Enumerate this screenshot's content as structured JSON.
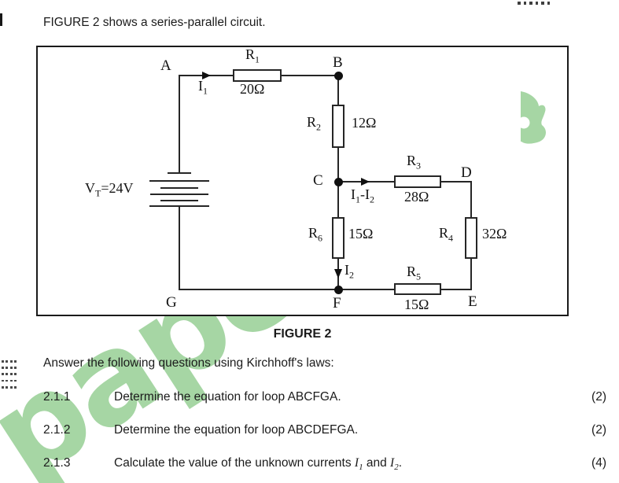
{
  "intro": "FIGURE 2 shows a series-parallel circuit.",
  "figure": {
    "caption": "FIGURE 2",
    "circuit": {
      "source": {
        "base": "V",
        "sub": "T",
        "rest": "=24V"
      },
      "nodes": {
        "a": "A",
        "b": "B",
        "c": "C",
        "d": "D",
        "e": "E",
        "f": "F",
        "g": "G"
      },
      "resistors": {
        "r1": {
          "base": "R",
          "sub": "1",
          "value": "20Ω"
        },
        "r2": {
          "base": "R",
          "sub": "2",
          "value": "12Ω"
        },
        "r3": {
          "base": "R",
          "sub": "3",
          "value": "28Ω"
        },
        "r4": {
          "base": "R",
          "sub": "4",
          "value": "32Ω"
        },
        "r5": {
          "base": "R",
          "sub": "5",
          "value": "15Ω"
        },
        "r6": {
          "base": "R",
          "sub": "6",
          "value": "15Ω"
        }
      },
      "currents": {
        "i1": {
          "base": "I",
          "sub": "1"
        },
        "i2": {
          "base": "I",
          "sub": "2"
        },
        "branch": {
          "base1": "I",
          "sub1": "1",
          "minus": "-",
          "base2": "I",
          "sub2": "2"
        }
      }
    }
  },
  "questions": {
    "lead": "Answer the following questions using Kirchhoff's laws:",
    "items": [
      {
        "number": "2.1.1",
        "text": "Determine the equation for loop ABCFGA.",
        "marks": "(2)"
      },
      {
        "number": "2.1.2",
        "text": "Determine the equation for loop ABCDEFGA.",
        "marks": "(2)"
      },
      {
        "number": "2.1.3",
        "prefix": "Calculate the value of the unknown currents ",
        "c1base": "I",
        "c1sub": "1",
        "mid": " and ",
        "c2base": "I",
        "c2sub": "2",
        "suffix": ".",
        "marks": "(4)"
      }
    ]
  },
  "watermark": {
    "word": "paper",
    "color": "#a6d6a4"
  }
}
